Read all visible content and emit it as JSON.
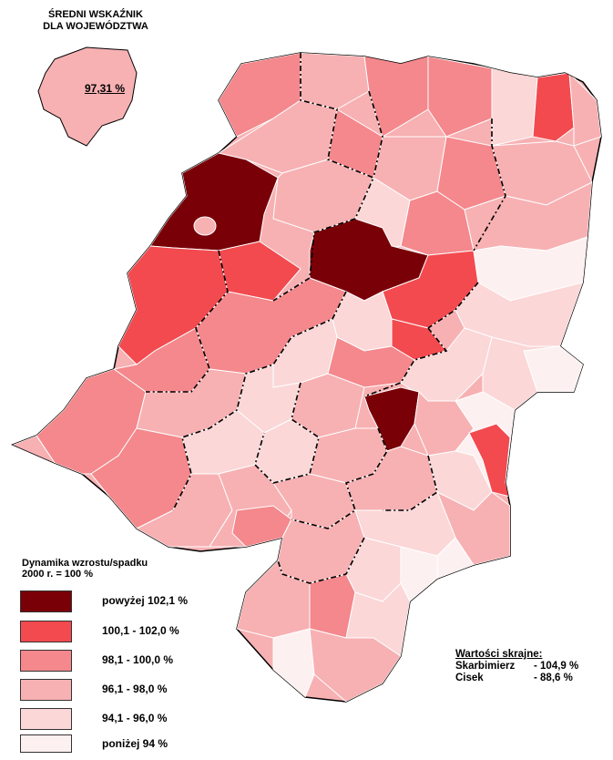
{
  "inset": {
    "title_line1": "ŚREDNI WSKAŹNIK",
    "title_line2": "DLA WOJEWÓDZTWA",
    "value": "97,31 %"
  },
  "legend": {
    "title_line1": "Dynamika wzrostu/spadku",
    "title_line2": "2000 r. = 100 %",
    "items": [
      {
        "label": "powyżej 102,1 %",
        "color": "#7a0008"
      },
      {
        "label": "100,1 - 102,0 %",
        "color": "#f24a4f"
      },
      {
        "label": "98,1 - 100,0 %",
        "color": "#f4888c"
      },
      {
        "label": "96,1 - 98,0 %",
        "color": "#f7b1b3"
      },
      {
        "label": "94,1 - 96,0 %",
        "color": "#fbd7d8"
      },
      {
        "label": "poniżej 94 %",
        "color": "#fdf0f0"
      }
    ]
  },
  "extremes": {
    "heading": "Wartości skrajne:",
    "rows": [
      {
        "name": "Skarbimierz",
        "value": "- 104,9 %"
      },
      {
        "name": "Cisek",
        "value": "- 88,6 %"
      }
    ]
  }
}
